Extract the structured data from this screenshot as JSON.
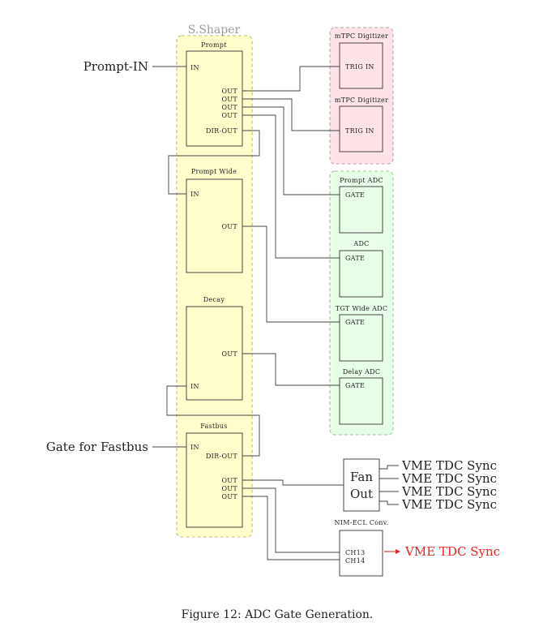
{
  "groups": {
    "shaper": "S.Shaper"
  },
  "modules": {
    "prompt": {
      "title": "Prompt",
      "in": "IN",
      "out": "OUT",
      "dirout": "DIR-OUT"
    },
    "prompt_wide": {
      "title": "Prompt Wide",
      "in": "IN",
      "out": "OUT"
    },
    "decay": {
      "title": "Decay",
      "in": "IN",
      "out": "OUT"
    },
    "fastbus": {
      "title": "Fastbus",
      "in": "IN",
      "out": "OUT",
      "dirout": "DIR-OUT"
    },
    "mtpc1": {
      "title": "mTPC Digitizer",
      "port": "TRIG IN"
    },
    "mtpc2": {
      "title": "mTPC Digitizer",
      "port": "TRIG IN"
    },
    "prompt_adc": {
      "title": "Prompt ADC",
      "port": "GATE"
    },
    "adc": {
      "title": "ADC",
      "port": "GATE"
    },
    "tgt_wide_adc": {
      "title": "TGT Wide ADC",
      "port": "GATE"
    },
    "delay_adc": {
      "title": "Delay ADC",
      "port": "GATE"
    },
    "fanout": {
      "line1": "Fan",
      "line2": "Out"
    },
    "nimecl": {
      "title": "NIM-ECL Conv.",
      "ch13": "CH13",
      "ch14": "CH14"
    }
  },
  "inputs": {
    "prompt_in": "Prompt-IN",
    "gate_fastbus": "Gate for Fastbus"
  },
  "outputs": {
    "vme_sync": "VME TDC Sync",
    "vme_sync_red": "VME TDC Sync"
  },
  "caption": "Figure 12: ADC Gate Generation.",
  "colors": {
    "yellow_fill": "#ffffcc",
    "red_fill": "#ffe3e8",
    "green_fill": "#e6ffe6",
    "red_text": "#e8261f"
  }
}
